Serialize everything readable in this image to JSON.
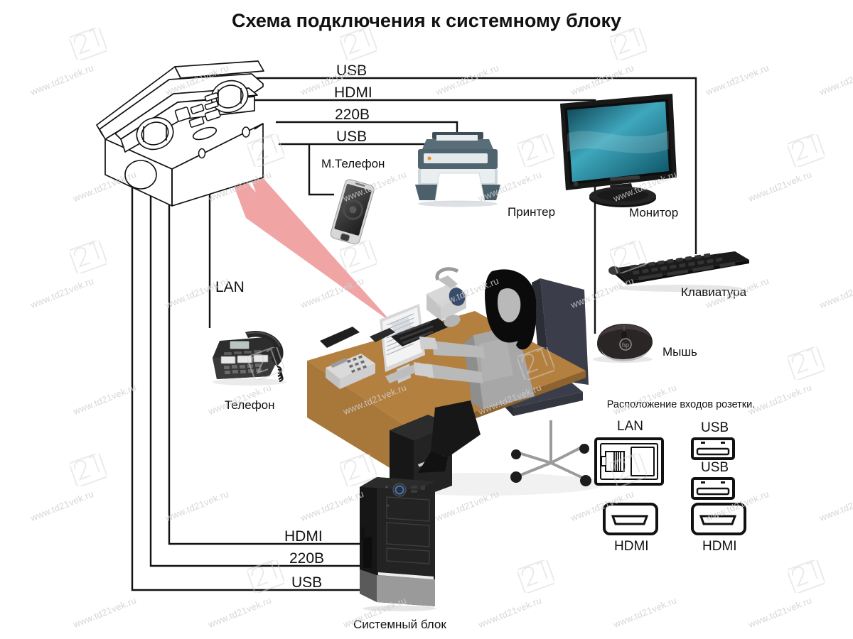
{
  "page": {
    "title": "Схема подключения к системному блоку",
    "watermark_text": "www.td21vek.ru",
    "watermark_logo": "21-logo-icon",
    "background": "#ffffff",
    "line_color": "#111111",
    "arrow_color": "#f0a4a4",
    "desk_color": "#b08040"
  },
  "top_wires": [
    {
      "label": "USB",
      "name": "wire-label-usb-top"
    },
    {
      "label": "HDMI",
      "name": "wire-label-hdmi-top"
    },
    {
      "label": "220В",
      "name": "wire-label-220v-top"
    },
    {
      "label": "USB",
      "name": "wire-label-usb-phone"
    }
  ],
  "left_wires": [
    {
      "label": "LAN",
      "name": "wire-label-lan"
    }
  ],
  "bottom_wires": [
    {
      "label": "HDMI",
      "name": "wire-label-hdmi-bottom"
    },
    {
      "label": "220В",
      "name": "wire-label-220v-bottom"
    },
    {
      "label": "USB",
      "name": "wire-label-usb-bottom"
    }
  ],
  "devices": [
    {
      "key": "mobile_phone",
      "caption": "М.Телефон",
      "icon": "mobile-phone-icon"
    },
    {
      "key": "printer",
      "caption": "Принтер",
      "icon": "printer-icon"
    },
    {
      "key": "monitor",
      "caption": "Монитор",
      "icon": "monitor-icon"
    },
    {
      "key": "keyboard",
      "caption": "Клавиатура",
      "icon": "keyboard-icon"
    },
    {
      "key": "mouse",
      "caption": "Мышь",
      "icon": "mouse-icon"
    },
    {
      "key": "desk_phone",
      "caption": "Телефон",
      "icon": "desk-phone-icon"
    },
    {
      "key": "system_unit",
      "caption": "Системный блок",
      "icon": "pc-tower-icon"
    },
    {
      "key": "socket_box",
      "caption": "",
      "icon": "desk-socket-box-icon"
    },
    {
      "key": "workplace",
      "caption": "",
      "icon": "office-workplace-icon"
    }
  ],
  "legend": {
    "title": "Расположение входов розетки.",
    "ports": [
      {
        "label": "LAN",
        "type": "rj45",
        "name": "legend-port-lan"
      },
      {
        "label": "USB",
        "type": "usb",
        "name": "legend-port-usb-1"
      },
      {
        "label": "USB",
        "type": "usb",
        "name": "legend-port-usb-2"
      },
      {
        "label": "HDMI",
        "type": "hdmi",
        "name": "legend-port-hdmi-1"
      },
      {
        "label": "HDMI",
        "type": "hdmi",
        "name": "legend-port-hdmi-2"
      }
    ]
  }
}
